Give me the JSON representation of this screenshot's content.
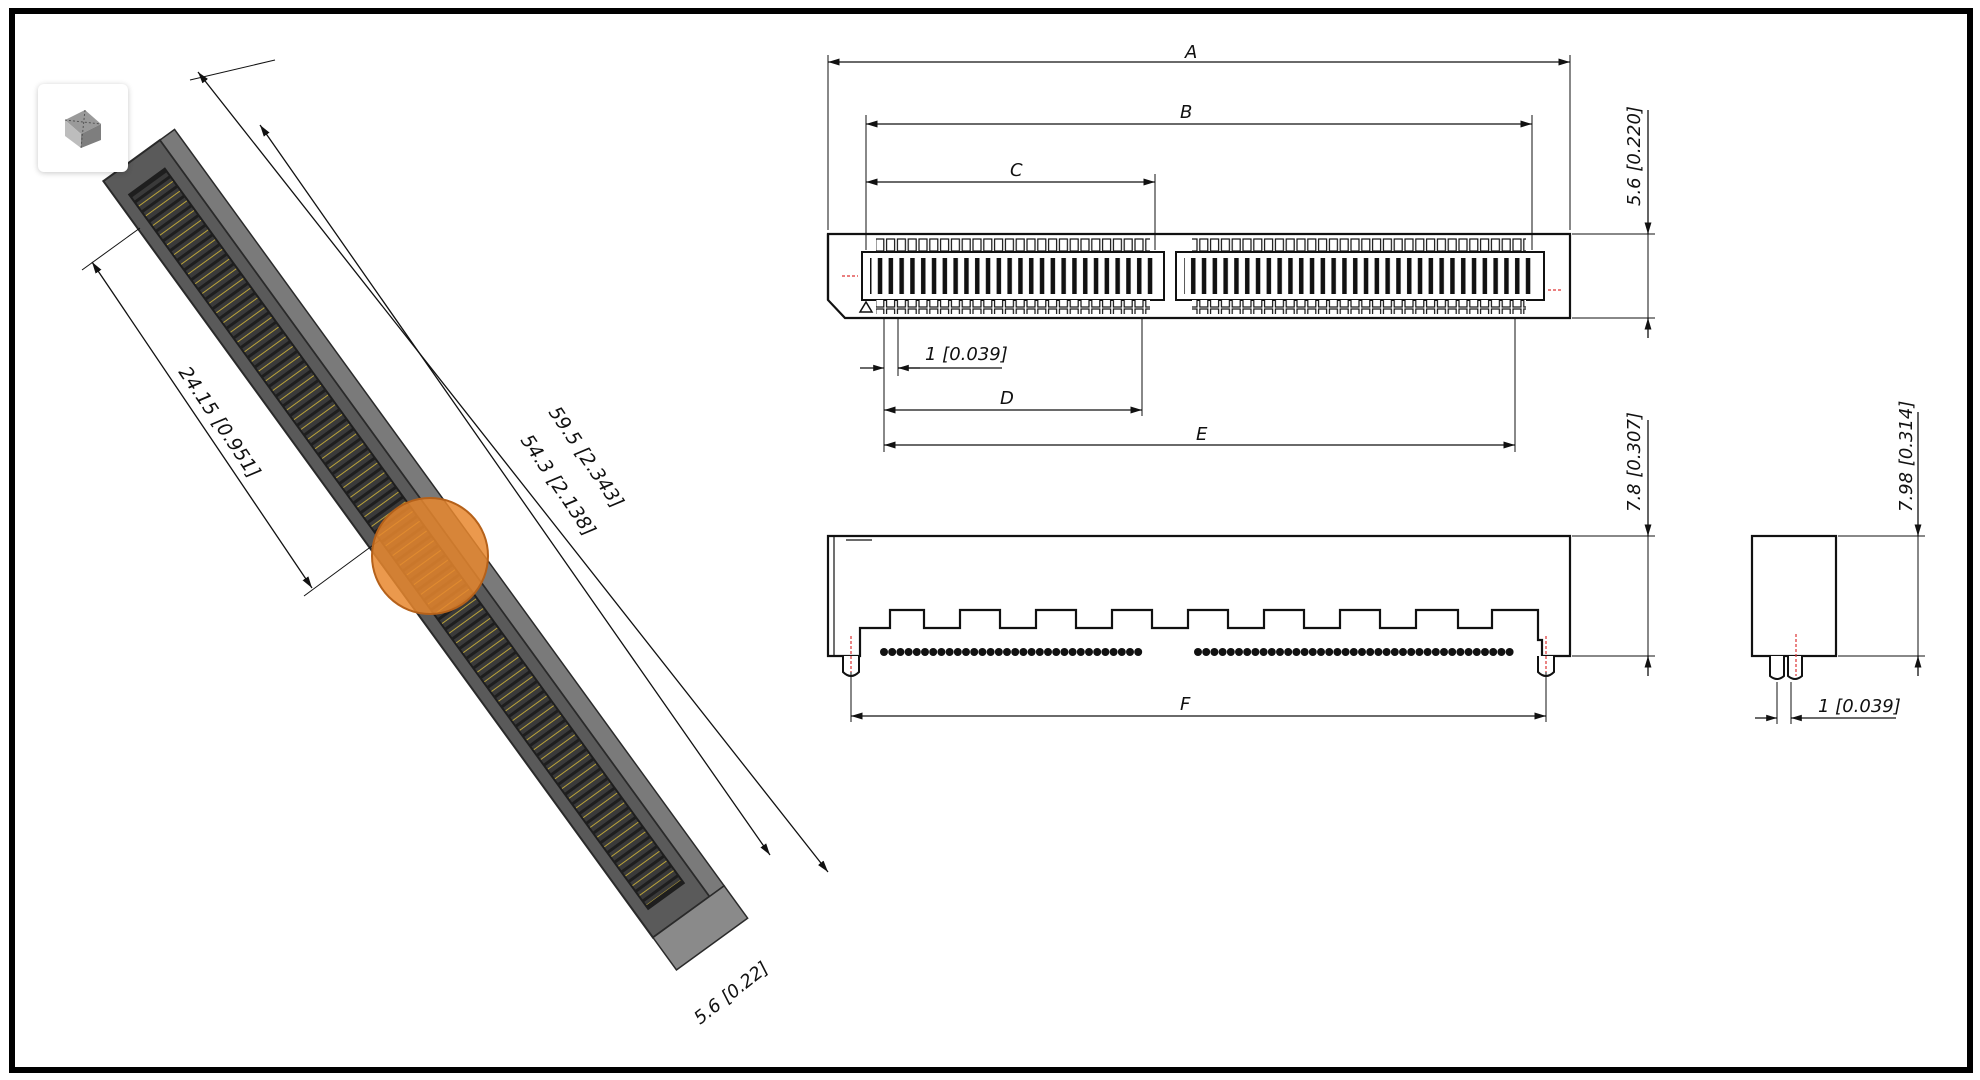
{
  "viewer": {
    "view_cube_icon": "view-cube-icon",
    "marker_color": "#e8872e"
  },
  "front_view": {
    "dim_A": "A",
    "dim_B": "B",
    "dim_C": "C",
    "dim_D": "D",
    "dim_E": "E",
    "pitch": "1 [0.039]",
    "height": "5.6 [0.220]"
  },
  "side_view": {
    "dim_F": "F",
    "height": "7.8 [0.307]"
  },
  "end_view": {
    "height": "7.98 [0.314]",
    "pitch": "1 [0.039]"
  },
  "iso_view": {
    "overall_length": "59.5 [2.343]",
    "inner_length": "54.3 [2.138]",
    "half_length": "24.15 [0.951]",
    "depth": "5.6 [0.22]"
  }
}
